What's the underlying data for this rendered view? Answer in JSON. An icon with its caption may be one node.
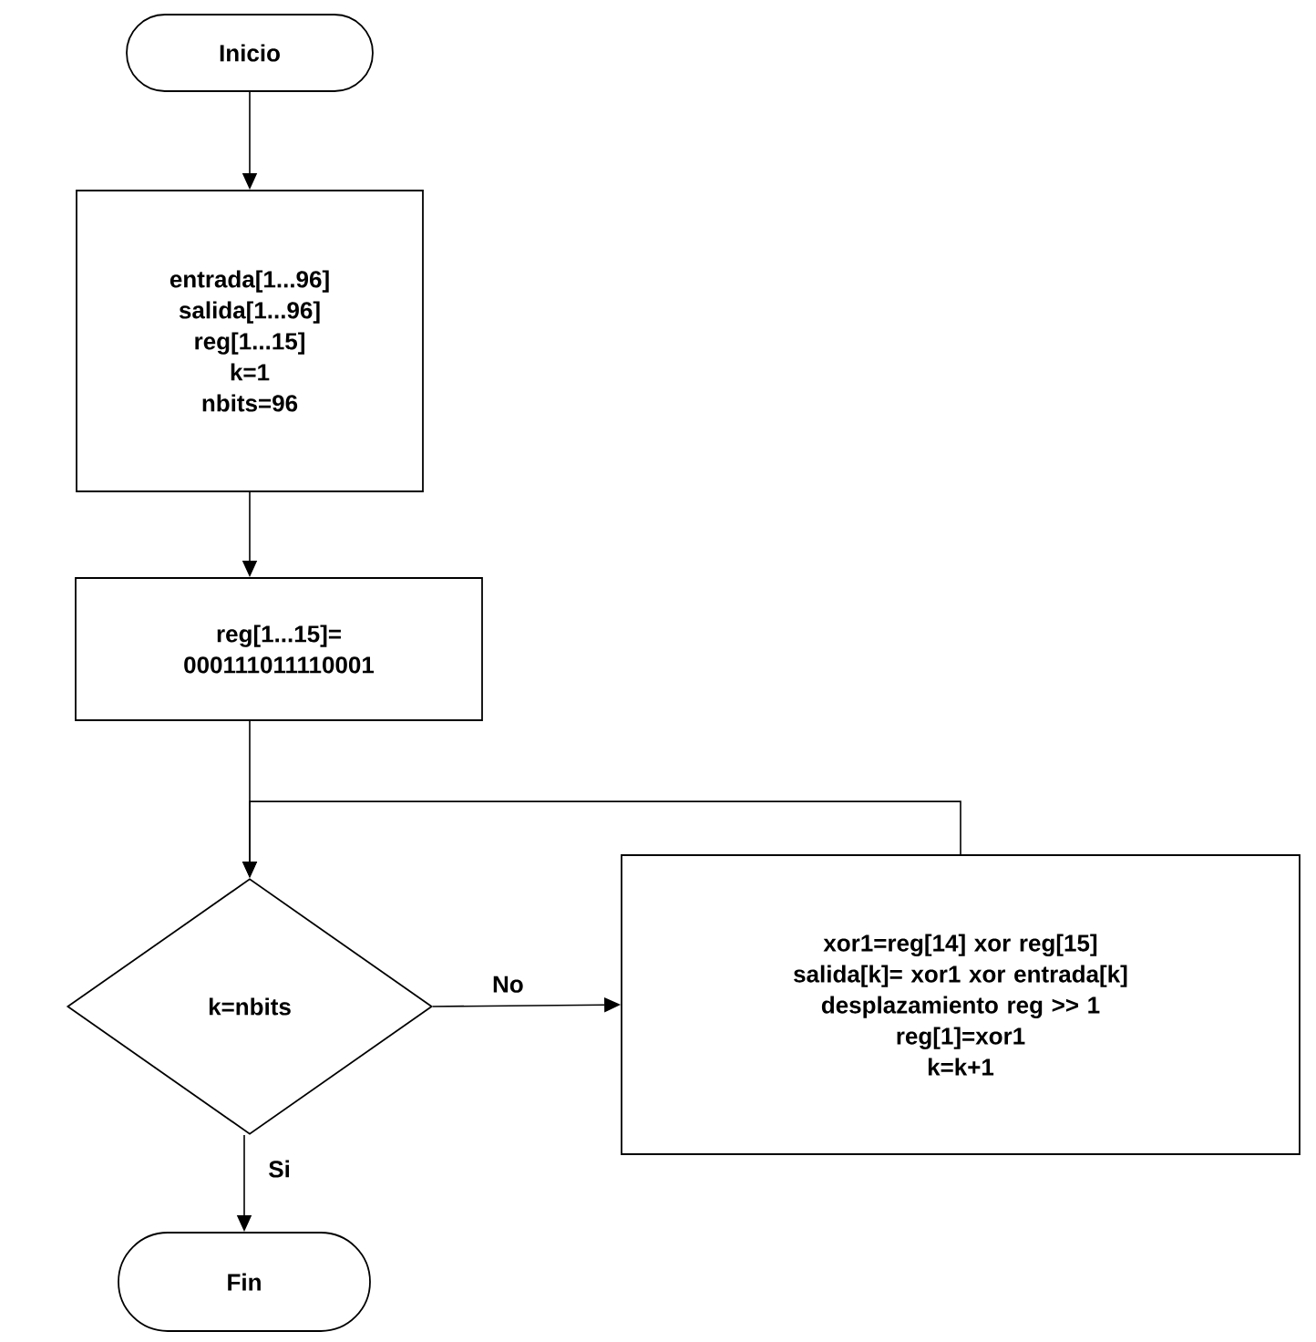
{
  "diagram": {
    "nodes": [
      {
        "text": [
          "Inicio"
        ]
      },
      {
        "text": [
          "entrada[1...96]",
          "salida[1...96]",
          "reg[1...15]",
          "k=1",
          "nbits=96"
        ]
      },
      {
        "text": [
          "reg[1...15]= 000111011110001"
        ]
      },
      {
        "text": [
          "k=nbits"
        ]
      },
      {
        "text": [
          "xor1=reg[14] xor reg[15]",
          "salida[k]=  xor1 xor entrada[k]",
          "desplazamiento reg >> 1",
          "reg[1]=xor1",
          "k=k+1"
        ]
      },
      {
        "text": [
          "Fin"
        ]
      }
    ],
    "edges": [
      {
        "from": 0,
        "to": 1,
        "arrow": "to"
      },
      {
        "from": 1,
        "to": 2,
        "arrow": "to"
      },
      {
        "from": 2,
        "to": 3,
        "arrow": "to"
      },
      {
        "from": 3,
        "to": 4,
        "arrow": "to",
        "label": "No"
      },
      {
        "from": 3,
        "to": 5,
        "arrow": "to",
        "label": "Si"
      },
      {
        "from": 4,
        "to": 3,
        "arrow": "to"
      }
    ]
  }
}
